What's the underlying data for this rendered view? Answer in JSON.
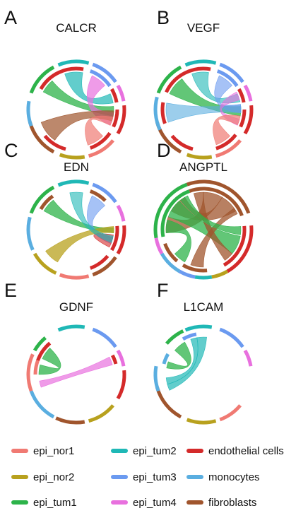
{
  "colors": {
    "epi_nor1": "#f07a73",
    "epi_nor2": "#b8a11e",
    "epi_tum1": "#2db34a",
    "epi_tum2": "#1fb8b6",
    "epi_tum3": "#6b9af0",
    "epi_tum4": "#e870de",
    "endothelial": "#d42a2a",
    "monocytes": "#5aaee0",
    "fibroblasts": "#a0552d"
  },
  "panels": [
    {
      "letter": "A",
      "title": "CALCR",
      "outer": [
        [
          "epi_tum1",
          118,
          160
        ],
        [
          "epi_tum2",
          75,
          112
        ],
        [
          "epi_tum3",
          35,
          70
        ],
        [
          "epi_tum4",
          10,
          30
        ],
        [
          "endothelial",
          -30,
          5
        ],
        [
          "epi_nor1",
          -75,
          -40
        ],
        [
          "epi_nor2",
          -110,
          -80
        ],
        [
          "fibroblasts",
          -165,
          -118
        ],
        [
          "monocytes",
          170,
          200
        ]
      ],
      "inner": [
        [
          "endothelial",
          80,
          150
        ],
        [
          "endothelial",
          10,
          30
        ],
        [
          "endothelial",
          -25,
          0
        ],
        [
          "endothelial",
          -70,
          -35
        ],
        [
          "endothelial",
          -140,
          -105
        ],
        [
          "epi_tum3",
          35,
          70
        ]
      ],
      "chords": [
        {
          "color": "epi_tum1",
          "a": [
            130,
            152
          ],
          "b": [
            -10,
            5
          ],
          "op": 0.75
        },
        {
          "color": "epi_tum2",
          "a": [
            80,
            108
          ],
          "b": [
            10,
            25
          ],
          "op": 0.7
        },
        {
          "color": "epi_tum4",
          "a": [
            40,
            65
          ],
          "b": [
            -25,
            -5
          ],
          "op": 0.7
        },
        {
          "color": "fibroblasts",
          "a": [
            -160,
            -125
          ],
          "b": [
            -18,
            -2
          ],
          "op": 0.7
        },
        {
          "color": "epi_nor1",
          "a": [
            -72,
            -45
          ],
          "b": [
            -25,
            -12
          ],
          "op": 0.7
        }
      ]
    },
    {
      "letter": "B",
      "title": "VEGF",
      "outer": [
        [
          "epi_tum1",
          118,
          160
        ],
        [
          "epi_tum2",
          75,
          112
        ],
        [
          "epi_tum3",
          35,
          70
        ],
        [
          "epi_tum4",
          10,
          30
        ],
        [
          "endothelial",
          -30,
          5
        ],
        [
          "epi_nor1",
          -75,
          -40
        ],
        [
          "epi_nor2",
          -110,
          -80
        ],
        [
          "fibroblasts",
          -165,
          -118
        ],
        [
          "monocytes",
          165,
          205
        ]
      ],
      "inner": [
        [
          "endothelial",
          80,
          155
        ],
        [
          "endothelial",
          10,
          30
        ],
        [
          "endothelial",
          -25,
          0
        ],
        [
          "endothelial",
          -72,
          -38
        ],
        [
          "endothelial",
          -140,
          -105
        ],
        [
          "endothelial",
          170,
          200
        ],
        [
          "epi_tum3",
          35,
          70
        ]
      ],
      "chords": [
        {
          "color": "epi_tum1",
          "a": [
            125,
            155
          ],
          "b": [
            -10,
            5
          ],
          "op": 0.75
        },
        {
          "color": "monocytes",
          "a": [
            170,
            200
          ],
          "b": [
            -5,
            8
          ],
          "op": 0.6
        },
        {
          "color": "epi_tum2",
          "a": [
            82,
            108
          ],
          "b": [
            12,
            25
          ],
          "op": 0.6
        },
        {
          "color": "epi_tum3",
          "a": [
            40,
            65
          ],
          "b": [
            -5,
            8
          ],
          "op": 0.6
        },
        {
          "color": "epi_tum4",
          "a": [
            15,
            28
          ],
          "b": [
            -25,
            -15
          ],
          "op": 0.6
        },
        {
          "color": "epi_nor1",
          "a": [
            -70,
            -45
          ],
          "b": [
            -24,
            -10
          ],
          "op": 0.7
        }
      ]
    },
    {
      "letter": "C",
      "title": "EDN",
      "outer": [
        [
          "epi_tum1",
          118,
          160
        ],
        [
          "epi_tum2",
          75,
          112
        ],
        [
          "epi_tum3",
          35,
          70
        ],
        [
          "epi_tum4",
          10,
          30
        ],
        [
          "endothelial",
          -30,
          5
        ],
        [
          "epi_nor1",
          -110,
          -75
        ],
        [
          "epi_nor2",
          -150,
          -115
        ],
        [
          "fibroblasts",
          -70,
          -35
        ],
        [
          "monocytes",
          165,
          205
        ]
      ],
      "inner": [
        [
          "endothelial",
          -30,
          5
        ],
        [
          "fibroblasts",
          45,
          70
        ],
        [
          "fibroblasts",
          125,
          150
        ],
        [
          "endothelial",
          -70,
          -40
        ]
      ],
      "chords": [
        {
          "color": "epi_tum1",
          "a": [
            128,
            150
          ],
          "b": [
            -5,
            3
          ],
          "op": 0.75
        },
        {
          "color": "epi_tum3",
          "a": [
            40,
            65
          ],
          "b": [
            -22,
            -12
          ],
          "op": 0.6
        },
        {
          "color": "epi_nor2",
          "a": [
            -145,
            -120
          ],
          "b": [
            -5,
            5
          ],
          "op": 0.75
        },
        {
          "color": "endothelial",
          "a": [
            -28,
            -8
          ],
          "b": [
            -28,
            -8
          ],
          "op": 0.6
        },
        {
          "color": "epi_tum2",
          "a": [
            80,
            100
          ],
          "b": [
            -20,
            -10
          ],
          "op": 0.6
        }
      ]
    },
    {
      "letter": "D",
      "title": "ANGPTL",
      "outer": [
        [
          "fibroblasts",
          20,
          110
        ],
        [
          "epi_tum1",
          110,
          190
        ],
        [
          "epi_tum4",
          190,
          210
        ],
        [
          "monocytes",
          210,
          240
        ],
        [
          "epi_tum3",
          240,
          260
        ],
        [
          "epi_tum2",
          260,
          280
        ],
        [
          "epi_nor2",
          280,
          300
        ],
        [
          "endothelial",
          -60,
          5
        ]
      ],
      "inner": [
        [
          "fibroblasts",
          20,
          110
        ],
        [
          "epi_tum1",
          110,
          190
        ],
        [
          "endothelial",
          -60,
          5
        ],
        [
          "fibroblasts",
          200,
          230
        ],
        [
          "fibroblasts",
          240,
          275
        ]
      ],
      "chords": [
        {
          "color": "fibroblasts",
          "a": [
            30,
            60
          ],
          "b": [
            120,
            150
          ],
          "op": 0.75
        },
        {
          "color": "fibroblasts",
          "a": [
            60,
            90
          ],
          "b": [
            160,
            185
          ],
          "op": 0.75
        },
        {
          "color": "epi_tum1",
          "a": [
            130,
            160
          ],
          "b": [
            -40,
            -10
          ],
          "op": 0.75
        },
        {
          "color": "fibroblasts",
          "a": [
            90,
            105
          ],
          "b": [
            -55,
            -40
          ],
          "op": 0.75
        },
        {
          "color": "epi_tum1",
          "a": [
            165,
            185
          ],
          "b": [
            220,
            240
          ],
          "op": 0.75
        },
        {
          "color": "fibroblasts",
          "a": [
            25,
            35
          ],
          "b": [
            250,
            270
          ],
          "op": 0.75
        },
        {
          "color": "epi_tum1",
          "a": [
            115,
            128
          ],
          "b": [
            -8,
            5
          ],
          "op": 0.75
        }
      ]
    },
    {
      "letter": "E",
      "title": "GDNF",
      "outer": [
        [
          "epi_tum1",
          130,
          150
        ],
        [
          "epi_tum2",
          80,
          112
        ],
        [
          "epi_tum3",
          35,
          70
        ],
        [
          "epi_tum4",
          10,
          30
        ],
        [
          "endothelial",
          -30,
          5
        ],
        [
          "epi_nor2",
          -75,
          -40
        ],
        [
          "fibroblasts",
          -115,
          -80
        ],
        [
          "monocytes",
          -160,
          -118
        ],
        [
          "epi_nor1",
          155,
          200
        ]
      ],
      "inner": [
        [
          "endothelial",
          130,
          160
        ],
        [
          "endothelial",
          15,
          28
        ],
        [
          "epi_nor1",
          160,
          180
        ]
      ],
      "chords": [
        {
          "color": "epi_tum1",
          "a": [
            135,
            155
          ],
          "b": [
            165,
            180
          ],
          "op": 0.75
        },
        {
          "color": "epi_tum4",
          "a": [
            15,
            28
          ],
          "b": [
            190,
            200
          ],
          "op": 0.7
        }
      ]
    },
    {
      "letter": "F",
      "title": "L1CAM",
      "outer": [
        [
          "epi_tum1",
          115,
          140
        ],
        [
          "epi_tum2",
          80,
          112
        ],
        [
          "epi_tum3",
          35,
          70
        ],
        [
          "epi_tum4",
          10,
          30
        ],
        [
          "epi_nor1",
          -70,
          -40
        ],
        [
          "epi_nor2",
          -110,
          -75
        ],
        [
          "fibroblasts",
          -165,
          -118
        ],
        [
          "monocytes",
          170,
          200
        ]
      ],
      "inner": [
        [
          "monocytes",
          150,
          165
        ],
        [
          "epi_tum3",
          100,
          120
        ]
      ],
      "chords": [
        {
          "color": "epi_tum1",
          "a": [
            120,
            140
          ],
          "b": [
            160,
            170
          ],
          "op": 0.75
        },
        {
          "color": "epi_tum2",
          "a": [
            85,
            100
          ],
          "b": [
            195,
            205
          ],
          "op": 0.7
        },
        {
          "color": "epi_tum2",
          "a": [
            100,
            110
          ],
          "b": [
            185,
            195
          ],
          "op": 0.7
        }
      ]
    }
  ],
  "legend": [
    {
      "key": "epi_nor1",
      "label": "epi_nor1"
    },
    {
      "key": "epi_tum2",
      "label": "epi_tum2"
    },
    {
      "key": "endothelial",
      "label": "endothelial cells"
    },
    {
      "key": "epi_nor2",
      "label": "epi_nor2"
    },
    {
      "key": "epi_tum3",
      "label": "epi_tum3"
    },
    {
      "key": "monocytes",
      "label": "monocytes"
    },
    {
      "key": "epi_tum1",
      "label": "epi_tum1"
    },
    {
      "key": "epi_tum4",
      "label": "epi_tum4"
    },
    {
      "key": "fibroblasts",
      "label": "fibroblasts"
    }
  ]
}
